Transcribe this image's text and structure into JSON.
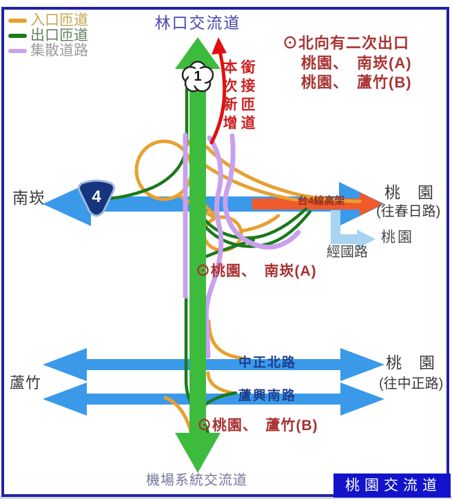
{
  "legend": {
    "items": [
      {
        "label": "入口匝道",
        "color": "#E8A030",
        "text_color": "#C8A350"
      },
      {
        "label": "出口匝道",
        "color": "#1B7A1B",
        "text_color": "#64805F"
      },
      {
        "label": "集散道路",
        "color": "#C9A0EE",
        "text_color": "#9C9C9C"
      }
    ]
  },
  "shields": {
    "national_route": "1",
    "provincial_route": "4"
  },
  "labels": {
    "top_interchange": "林口交流道",
    "new_ramp_note_col1": "本次新增",
    "new_ramp_note_col2": "銜接匝道",
    "north_exit_note_line1": "⊙北向有二次出口",
    "north_exit_note_line2": "桃園、　南崁(A)",
    "north_exit_note_line3": "桃園、　蘆竹(B)",
    "west_city": "南崁",
    "east_city": "桃　園",
    "east_city_sub": "(往春日路)",
    "elevated_road": "台4線高架",
    "jingguo_road": "經國路",
    "jingguo_dest": "桃園",
    "exit_a": "⊙桃園、　南崁(A)",
    "road_zhongzheng_north": "中正北路",
    "road_luxing_south": "蘆興南路",
    "west_city2": "蘆竹",
    "east_city2": "桃　園",
    "east_city2_sub": "(往中正路)",
    "exit_b": "⊙桃園、　蘆竹(B)",
    "bottom_interchange": "機場系統交流道",
    "title_box": "桃園交流道"
  },
  "colors": {
    "border_blue": "#2121A6",
    "highway_green": "#3DBB3D",
    "road_blue": "#3B99EA",
    "branch_light_blue": "#A9D3F2",
    "elevated_orange": "#F05A28",
    "entrance_orange": "#E8A030",
    "exit_green": "#1B7A1B",
    "collector_purple": "#C9A0EE",
    "annotation_red": "#CC2020",
    "title_box_blue": "#1313CB"
  }
}
